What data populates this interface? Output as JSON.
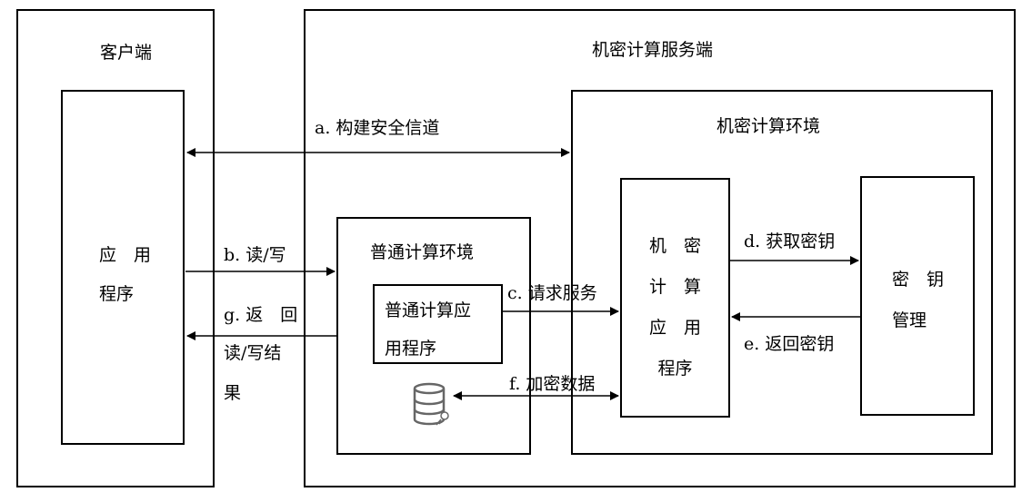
{
  "client": {
    "title": "客户端",
    "app_line1": "应　用",
    "app_line2": "程序"
  },
  "server": {
    "title": "机密计算服务端",
    "confidential_env": {
      "title": "机密计算环境",
      "app": {
        "lines": [
          "机　密",
          "计　算",
          "应　用",
          "程序"
        ]
      },
      "key_mgmt": {
        "line1": "密　钥",
        "line2": "管理"
      }
    },
    "normal_env": {
      "title": "普通计算环境",
      "app_line1": "普通计算应",
      "app_line2": "用程序",
      "db_icon": "database-key-icon"
    }
  },
  "arrows": {
    "a": "a. 构建安全信道",
    "b": "b. 读/写",
    "g_line1": "g. 返　回",
    "g_line2": "读/写结",
    "g_line3": "果",
    "c": "c. 请求服务",
    "d": "d. 获取密钥",
    "e": "e. 返回密钥",
    "f": "f. 加密数据"
  }
}
